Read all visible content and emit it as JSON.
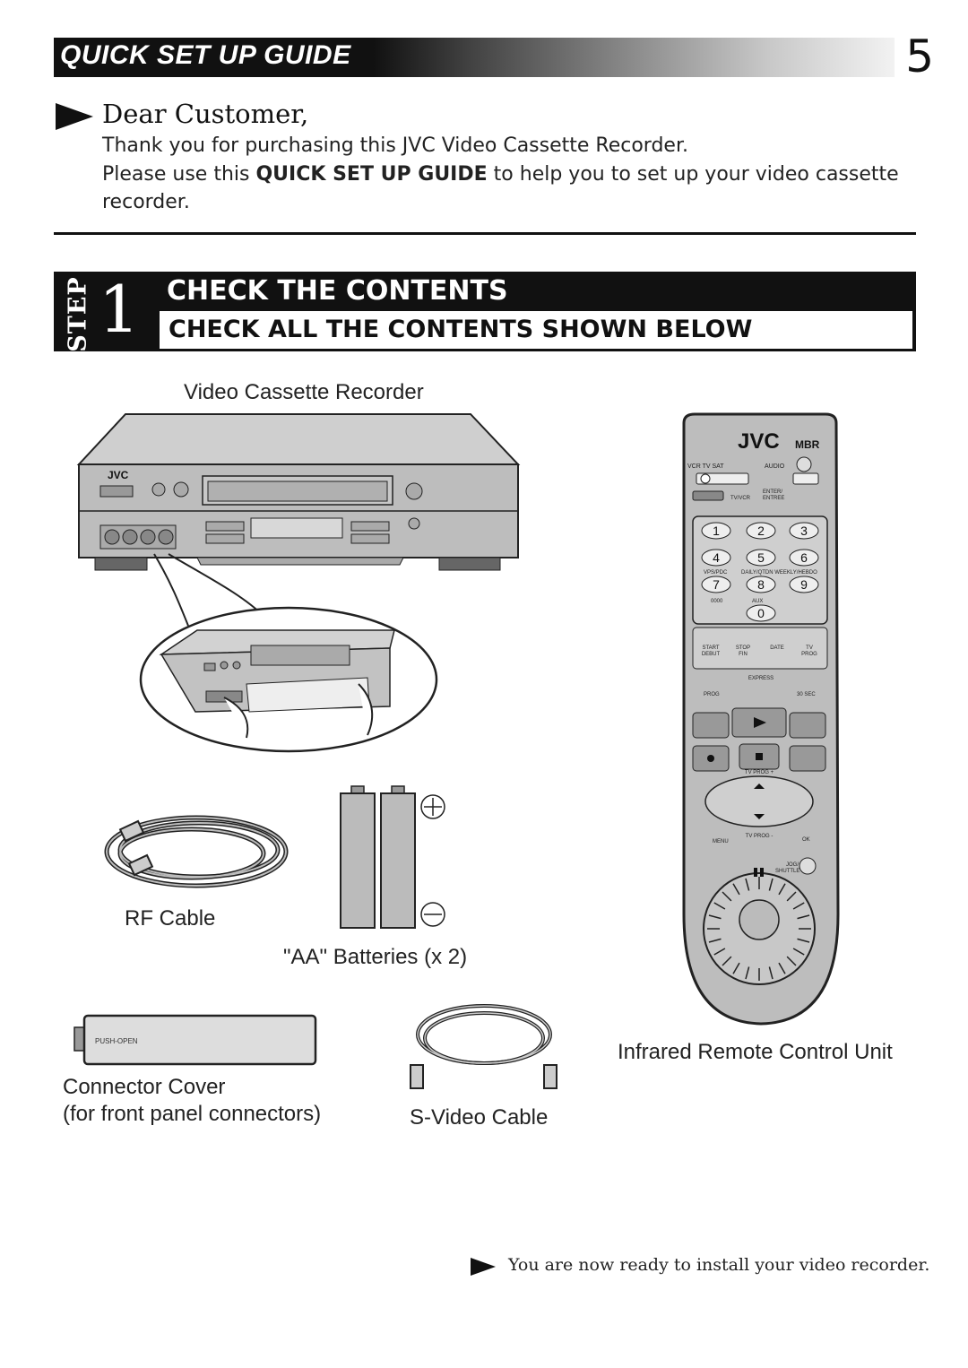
{
  "header": {
    "title": "QUICK SET UP GUIDE",
    "page_number": "5"
  },
  "greeting": {
    "title": "Dear Customer,",
    "line1": "Thank you for purchasing this JVC Video Cassette Recorder.",
    "line2_pre": "Please use this ",
    "line2_bold": "QUICK SET UP GUIDE",
    "line2_post": " to help you to set up your video cassette",
    "line3": "recorder."
  },
  "step": {
    "word": "STEP",
    "number": "1",
    "heading": "CHECK THE CONTENTS",
    "subheading": "CHECK ALL THE CONTENTS SHOWN BELOW"
  },
  "items": {
    "vcr": "Video Cassette Recorder",
    "rf_cable": "RF Cable",
    "batteries": "\"AA\" Batteries (x 2)",
    "connector_cover_1": "Connector Cover",
    "connector_cover_2": "(for front panel connectors)",
    "svideo_cable": "S-Video Cable",
    "remote": "Infrared Remote Control Unit"
  },
  "drawing_text": {
    "vcr_brand": "JVC",
    "cover_label": "PUSH-OPEN",
    "remote_brand": "JVC",
    "remote_logo": "MBR",
    "remote_labels": {
      "vcr_tv_sat": "VCR  TV  SAT",
      "audio": "AUDIO",
      "enter": "ENTER/",
      "entree": "ENTREE",
      "tv_vcr": "TV/VCR",
      "vps_pdc": "VPS/PDC",
      "daily_weekly": "DAILY/QTDN  WEEKLY/HEBDO",
      "code_0000": "0000",
      "aux": "AUX",
      "start_debut": [
        "START",
        "DEBUT"
      ],
      "stop_fin": [
        "STOP",
        "FIN"
      ],
      "date": "DATE",
      "tv_prog": [
        "TV",
        "PROG"
      ],
      "express": "EXPRESS",
      "prog": "PROG",
      "sec30": "30 SEC",
      "tv_prog_plus": "TV PROG +",
      "tv_prog_minus": "TV PROG -",
      "menu": "MENU",
      "ok": "OK",
      "jog": "JOG/",
      "shuttle": "SHUTTLE"
    },
    "keypad": [
      "1",
      "2",
      "3",
      "4",
      "5",
      "6",
      "7",
      "8",
      "9",
      "0"
    ]
  },
  "footer": {
    "text": "You are now ready to install your video recorder."
  }
}
